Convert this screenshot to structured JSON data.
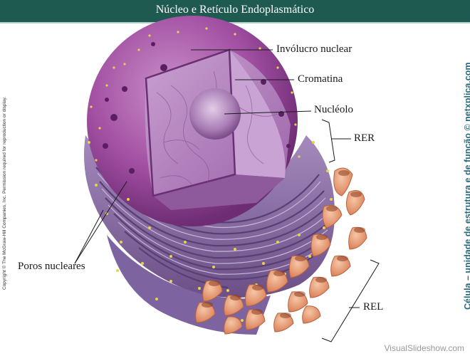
{
  "title": "Núcleo e Retículo Endoplasmático",
  "labels": {
    "envelope": "Invólucro nuclear",
    "chromatin": "Cromatina",
    "nucleolus": "Nucléolo",
    "rer": "RER",
    "pores": "Poros nucleares",
    "rel": "REL"
  },
  "side_credit": "Célula – unidade de estrutura e de função © netxplica.com",
  "copyright": "Copyright © The McGraw-Hill Companies, Inc. Permission required for reproduction or display.",
  "watermark": "VisualSlideshow.com",
  "colors": {
    "title_bar": "#1f5a50",
    "nucleus": "#a04fa0",
    "interior": "#b783c2",
    "nucleolus": "#c5a5cf",
    "rer": "#8b6fa6",
    "ribosome": "#e8d34a",
    "rel": "#e8a07a",
    "credit": "#2c6a78"
  }
}
